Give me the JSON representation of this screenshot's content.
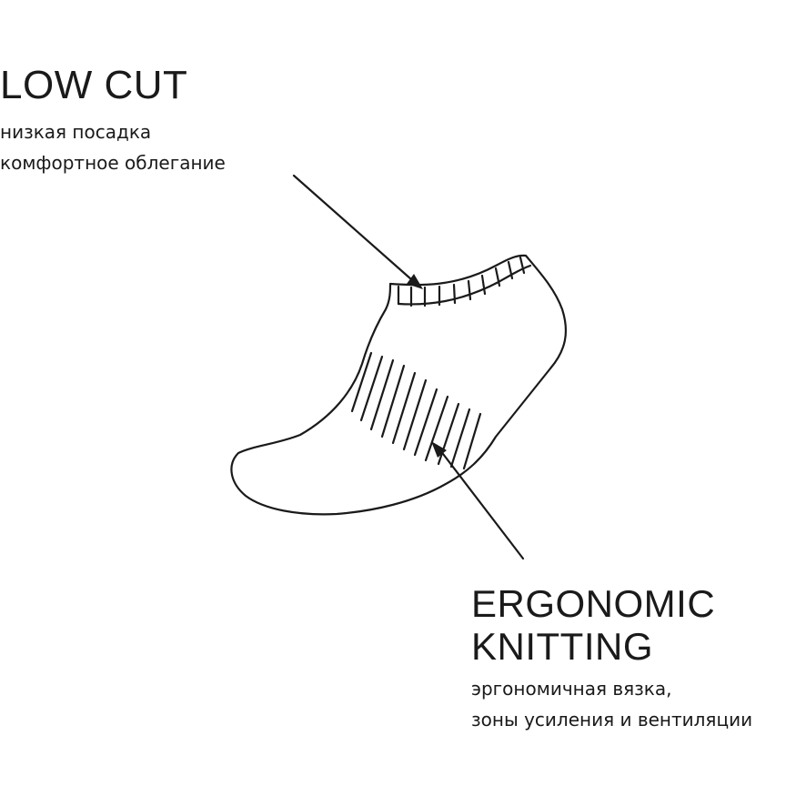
{
  "callouts": {
    "low_cut": {
      "title": "LOW CUT",
      "lines": [
        "низкая посадка",
        "комфортное облегание"
      ]
    },
    "ergonomic": {
      "title_lines": [
        "ERGONOMIC",
        "KNITTING"
      ],
      "lines": [
        "эргономичная вязка,",
        "зоны усиления и вентиляции"
      ]
    }
  },
  "colors": {
    "ink": "#1a1a1a",
    "background": "#ffffff"
  },
  "icons": [
    "sock-illustration",
    "arrow-icon"
  ]
}
